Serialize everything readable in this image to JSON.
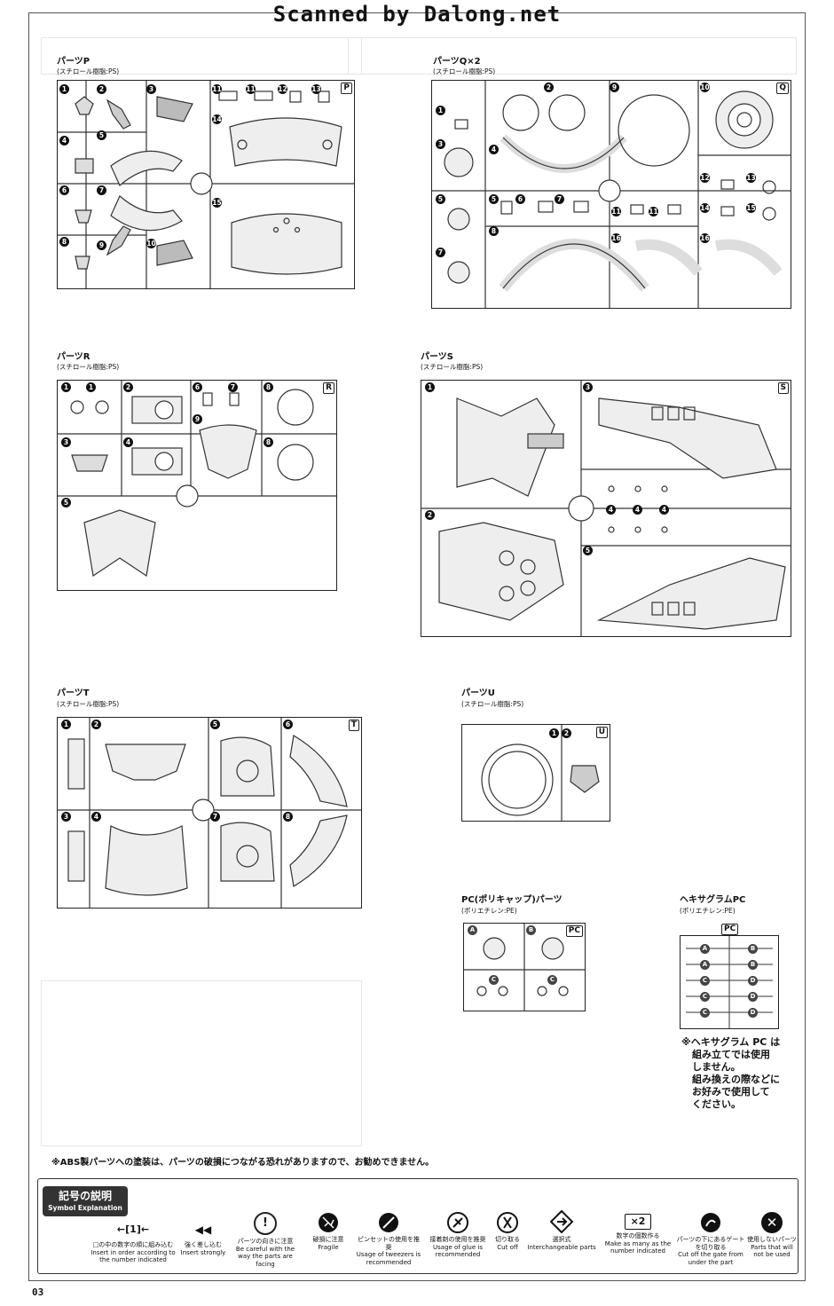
{
  "scan_credit": "Scanned by Dalong.net",
  "material_ps": "(スチロール樹脂:PS)",
  "material_pe": "(ポリエチレン:PE)",
  "sprues": {
    "P": {
      "title": "パーツP",
      "tag": "P",
      "labels": [
        "1",
        "2",
        "3",
        "4",
        "5",
        "6",
        "7",
        "8",
        "9",
        "10",
        "11",
        "11",
        "12",
        "13",
        "14",
        "15"
      ]
    },
    "Q": {
      "title": "パーツQ×2",
      "tag": "Q",
      "labels": [
        "1",
        "2",
        "3",
        "4",
        "5",
        "5",
        "6",
        "7",
        "7",
        "8",
        "9",
        "10",
        "11",
        "11",
        "12",
        "13",
        "14",
        "15",
        "16",
        "16"
      ]
    },
    "R": {
      "title": "パーツR",
      "tag": "R",
      "labels": [
        "1",
        "1",
        "2",
        "3",
        "4",
        "5",
        "6",
        "7",
        "8",
        "8",
        "9"
      ]
    },
    "S": {
      "title": "パーツS",
      "tag": "S",
      "labels": [
        "1",
        "2",
        "3",
        "4",
        "4",
        "4",
        "5"
      ]
    },
    "T": {
      "title": "パーツT",
      "tag": "T",
      "labels": [
        "1",
        "2",
        "3",
        "4",
        "5",
        "6",
        "7",
        "8"
      ]
    },
    "U": {
      "title": "パーツU",
      "tag": "U",
      "labels": [
        "1",
        "2"
      ]
    },
    "PC": {
      "title": "PC(ポリキャップ)パーツ",
      "tag": "PC",
      "labels": [
        "A",
        "B",
        "C",
        "C"
      ]
    },
    "HEX": {
      "title": "ヘキサグラムPC",
      "tag": "PC",
      "labels": [
        "A",
        "B",
        "A",
        "B",
        "C",
        "D",
        "C",
        "D",
        "C",
        "D"
      ]
    }
  },
  "hex_note": [
    "※ヘキサグラム PC は",
    "組み立てでは使用",
    "しません。",
    "組み換えの際などに",
    "お好みで使用して",
    "ください。"
  ],
  "abs_warning": "※ABS製パーツへの塗装は、パーツの破損につながる恐れがありますので、お勧めできません。",
  "legend": {
    "title_jp": "記号の説明",
    "title_en": "Symbol Explanation",
    "items": [
      {
        "icon": "insert-order-icon",
        "glyph": "←[1]←",
        "jp": "□の中の数字の順に組み込む",
        "en": "Insert in order according to the number indicated"
      },
      {
        "icon": "insert-strongly-icon",
        "glyph": "◀◀",
        "jp": "強く差し込む",
        "en": "Insert strongly"
      },
      {
        "icon": "facing-direction-icon",
        "glyph": "!",
        "jp": "パーツの向きに注意",
        "en": "Be careful with the way the parts are facing"
      },
      {
        "icon": "fragile-icon",
        "glyph": "",
        "jp": "破損に注意",
        "en": "Fragile"
      },
      {
        "icon": "tweezers-icon",
        "glyph": "",
        "jp": "ピンセットの使用を推奨",
        "en": "Usage of tweezers is recommended"
      },
      {
        "icon": "glue-icon",
        "glyph": "",
        "jp": "接着剤の使用を推奨",
        "en": "Usage of glue is recommended"
      },
      {
        "icon": "cut-off-icon",
        "glyph": "",
        "jp": "切り取る",
        "en": "Cut off"
      },
      {
        "icon": "interchangeable-icon",
        "glyph": "",
        "jp": "選択式",
        "en": "Interchangeable parts"
      },
      {
        "icon": "multiply-icon",
        "glyph": "×2",
        "jp": "数字の個数作る",
        "en": "Make as many as the number indicated"
      },
      {
        "icon": "gate-cut-icon",
        "glyph": "",
        "jp": "パーツの下にあるゲートを切り取る",
        "en": "Cut off the gate from under the part"
      },
      {
        "icon": "unused-part-icon",
        "glyph": "✕",
        "jp": "使用しないパーツ",
        "en": "Parts that will not be used"
      }
    ]
  },
  "page_number": "03"
}
